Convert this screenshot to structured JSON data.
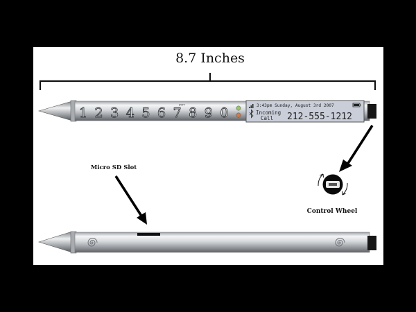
{
  "dimension": {
    "label": "8.7 Inches"
  },
  "keypad": {
    "digits": [
      "1",
      "2",
      "3",
      "4",
      "5",
      "6",
      "7",
      "8",
      "9",
      "0"
    ],
    "small_mark": "pqrs"
  },
  "lcd": {
    "status_line": "3:43pm  Sunday, August 3rd 2007",
    "incoming_line1": "Incoming",
    "incoming_line2": "Call",
    "phone_number": "212-555-1212"
  },
  "callouts": {
    "micro_sd": "Micro SD Slot",
    "control_wheel": "Control Wheel"
  },
  "colors": {
    "background": "#000000",
    "panel": "#ffffff",
    "lcd": "#c9ced9",
    "ink": "#111111"
  },
  "icons": [
    "spiral-logo-icon",
    "antenna-signal-icon",
    "bluetooth-icon",
    "battery-icon",
    "usb-port-icon",
    "rotate-arrows-icon"
  ]
}
